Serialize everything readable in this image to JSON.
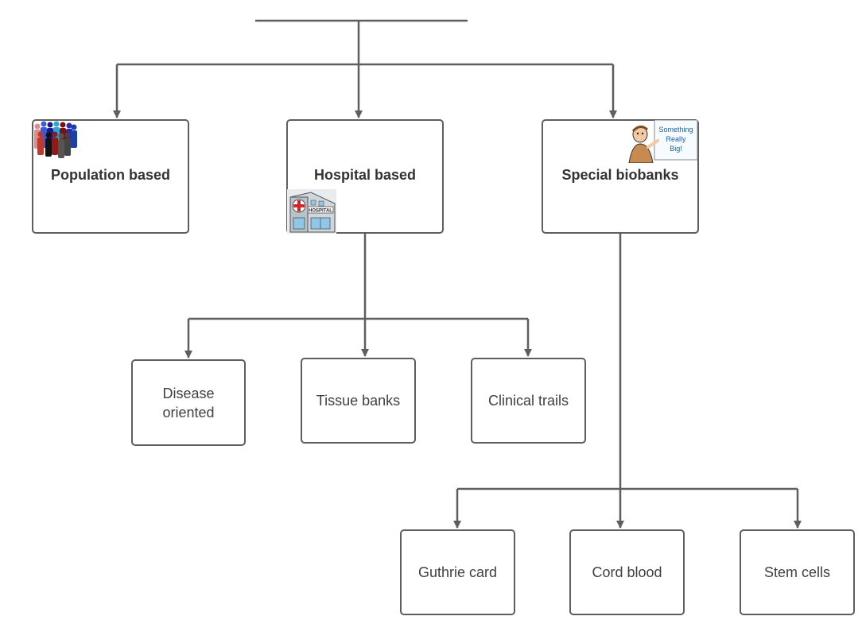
{
  "nodes": {
    "population": "Population based",
    "hospital": "Hospital based",
    "special": "Special biobanks",
    "disease_line1": "Disease",
    "disease_line2": "oriented",
    "tissue": "Tissue banks",
    "clinical": "Clinical trails",
    "guthrie": "Guthrie card",
    "cord": "Cord blood",
    "stem": "Stem cells"
  },
  "icons": {
    "population": "people-group-icon",
    "hospital": "hospital-building-icon",
    "special": "person-holding-sign-icon",
    "sign_line1": "Something",
    "sign_line2": "Really",
    "sign_line3": "Big!",
    "hospital_sign": "HOSPITAL"
  },
  "colors": {
    "connector": "#5e5e5e",
    "border": "#5e5e5e",
    "text": "#404040"
  }
}
